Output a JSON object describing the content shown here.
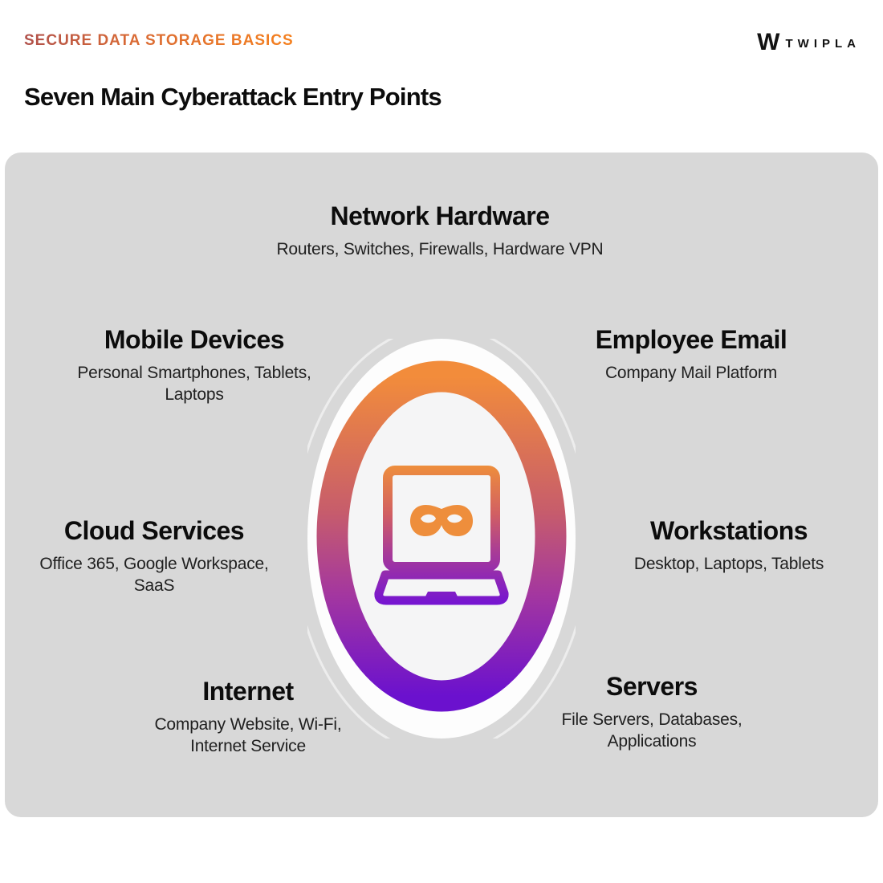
{
  "header": {
    "eyebrow": "SECURE DATA STORAGE BASICS",
    "title": "Seven Main Cyberattack Entry Points"
  },
  "logo": {
    "mark": "W",
    "name": "TWIPLA"
  },
  "entry_points": [
    {
      "id": "network-hardware",
      "name": "Network Hardware",
      "examples": "Routers, Switches, Firewalls, Hardware VPN"
    },
    {
      "id": "mobile-devices",
      "name": "Mobile Devices",
      "examples": "Personal Smartphones, Tablets, Laptops"
    },
    {
      "id": "employee-email",
      "name": "Employee Email",
      "examples": "Company Mail Platform"
    },
    {
      "id": "cloud-services",
      "name": "Cloud Services",
      "examples": "Office 365, Google Workspace, SaaS"
    },
    {
      "id": "workstations",
      "name": "Workstations",
      "examples": "Desktop, Laptops, Tablets"
    },
    {
      "id": "internet",
      "name": "Internet",
      "examples": "Company Website, Wi-Fi, Internet Service"
    },
    {
      "id": "servers",
      "name": "Servers",
      "examples": "File Servers, Databases, Applications"
    }
  ],
  "center_icon": "masked-laptop",
  "colors": {
    "eyebrow_gradient_from": "#B0504A",
    "eyebrow_gradient_to": "#F5801E",
    "panel_background": "#D8D8D8",
    "ring_gradient_top": "#F28C3B",
    "ring_gradient_mid": "#C75D6B",
    "ring_gradient_bottom": "#6B11CE",
    "heading_text": "#0C0C0C",
    "body_text": "#1F1F1F"
  }
}
